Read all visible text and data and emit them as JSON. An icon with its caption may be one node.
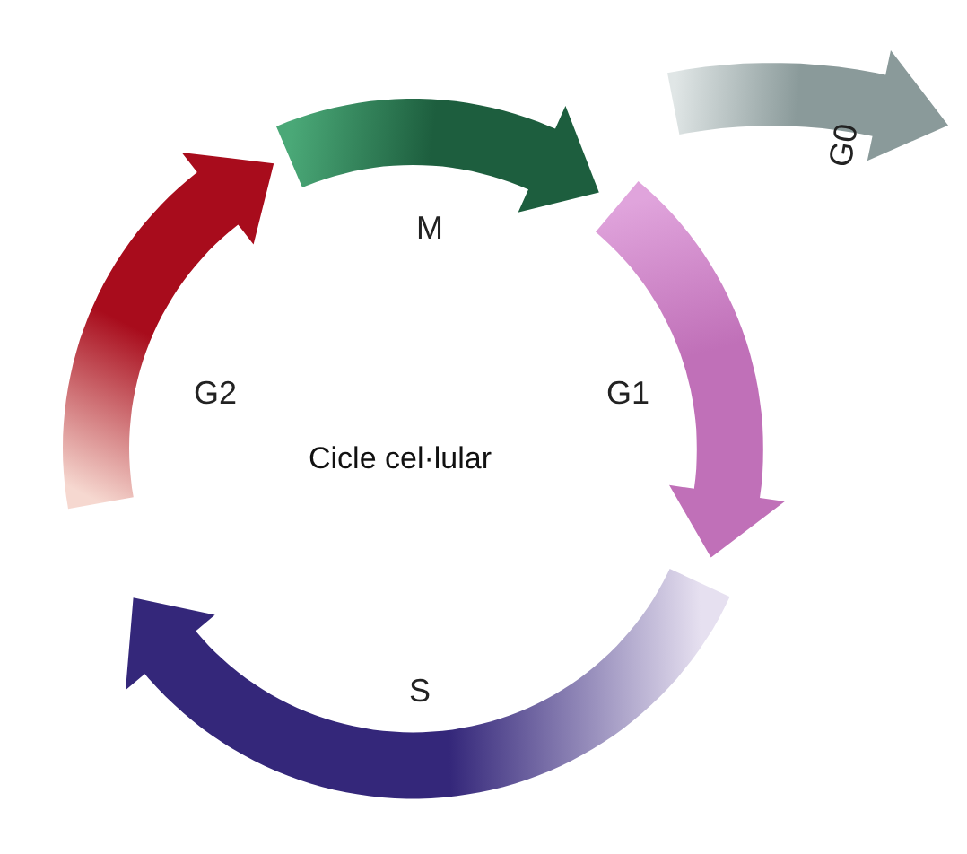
{
  "diagram": {
    "nodes": [
      {
        "text": [
          "M"
        ]
      },
      {
        "text": [
          "G0"
        ]
      },
      {
        "text": [
          "G2"
        ]
      },
      {
        "text": [
          "G1"
        ]
      },
      {
        "text": [
          "S"
        ]
      }
    ],
    "labels": [
      "Cicle cel·lular"
    ]
  }
}
